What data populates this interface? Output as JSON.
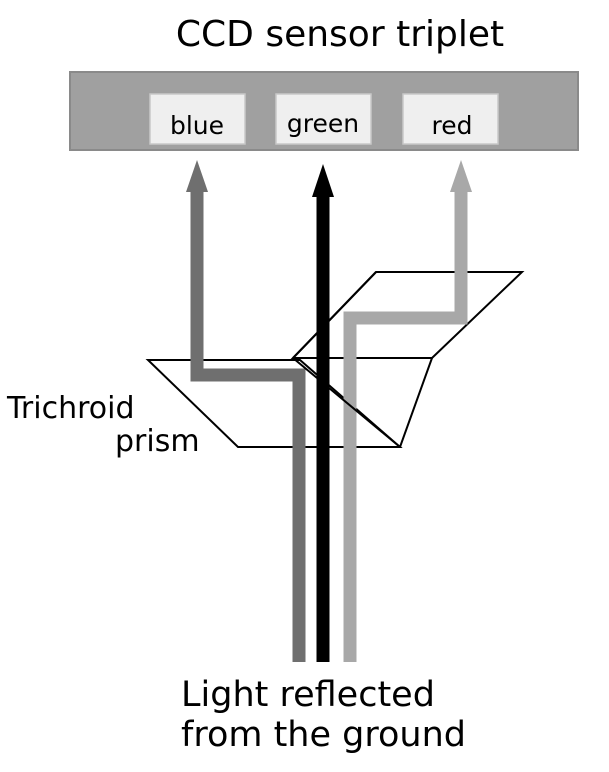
{
  "title": "CCD sensor triplet",
  "sensors": [
    {
      "id": "blue",
      "label": "blue"
    },
    {
      "id": "green",
      "label": "green"
    },
    {
      "id": "red",
      "label": "red"
    }
  ],
  "prism_label": {
    "line1": "Trichroid",
    "line2": "prism"
  },
  "source_label": {
    "line1": "Light reflected",
    "line2": "from the ground"
  },
  "colors": {
    "sensor_bar": "#a0a0a0",
    "sensor_bar_border": "#8a8a8a",
    "sensor_cell": "#efefef",
    "blue_beam": "#6f6f6f",
    "green_beam": "#000000",
    "red_beam": "#a8a8a8",
    "outline": "#000000"
  }
}
